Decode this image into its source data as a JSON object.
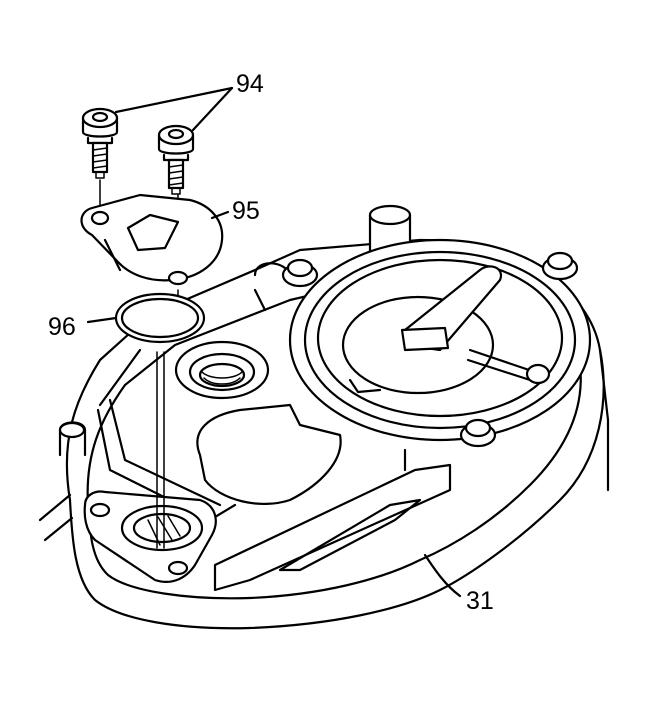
{
  "callouts": {
    "bolts": "94",
    "cover": "95",
    "seal": "96",
    "housing": "31"
  }
}
